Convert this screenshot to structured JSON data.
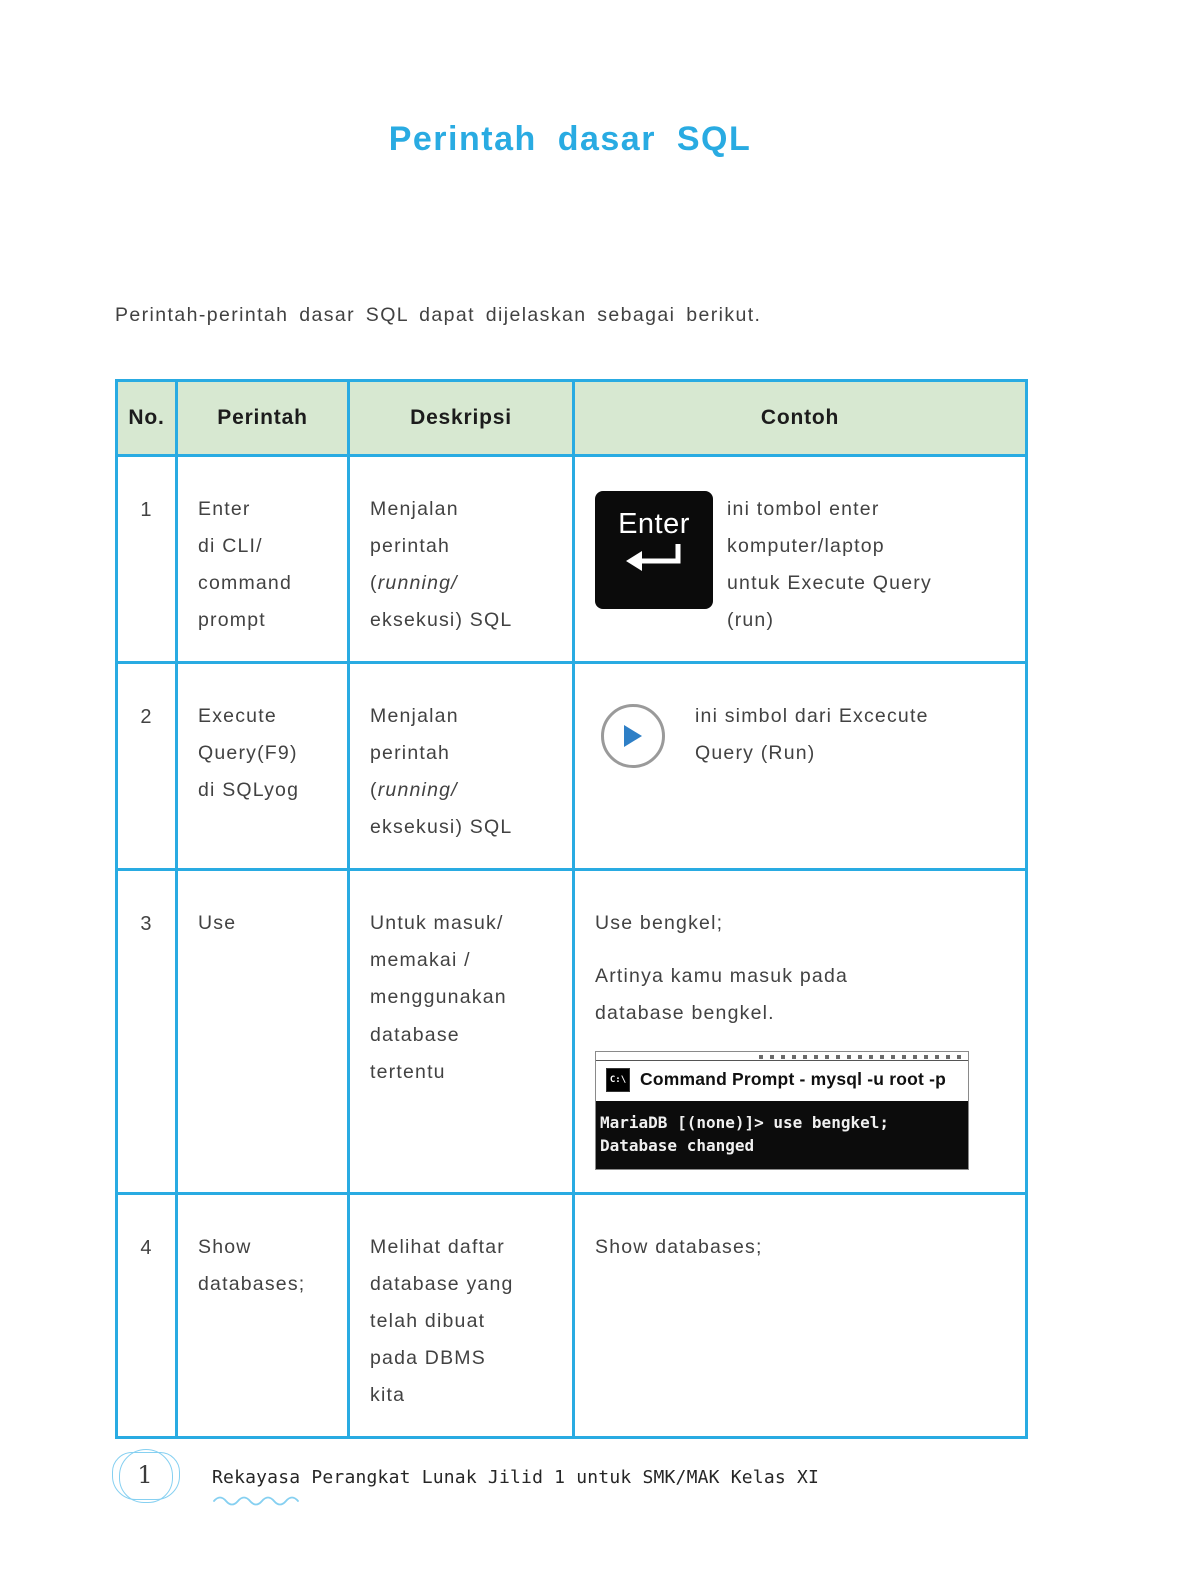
{
  "colors": {
    "accent": "#29abe2",
    "header_bg": "#d7e8d1",
    "terminal_bg": "#0c0c0c",
    "play_blue": "#2e7fc6",
    "footer_blue": "#86d0f1"
  },
  "page": {
    "title": "Perintah dasar SQL",
    "intro": "Perintah-perintah dasar SQL dapat dijelaskan sebagai berikut."
  },
  "icons": {
    "enter_key": "enter-key-with-return-arrow",
    "play": "play-circle",
    "cmd": "command-prompt-window"
  },
  "table": {
    "headers": [
      "No.",
      "Perintah",
      "Deskripsi",
      "Contoh"
    ],
    "rows": [
      {
        "no": "1",
        "perintah": "Enter\ndi CLI/\ncommand\nprompt",
        "deskripsi": [
          {
            "t": "Menjalan\nperintah\n("
          },
          {
            "t": "running/",
            "i": true
          },
          {
            "t": "\neksekusi) SQL"
          }
        ],
        "contoh": {
          "key_label": "Enter",
          "text": "ini tombol enter\nkomputer/laptop\nuntuk Execute Query\n(run)"
        }
      },
      {
        "no": "2",
        "perintah": "Execute\nQuery(F9)\ndi SQLyog",
        "deskripsi": [
          {
            "t": "Menjalan\nperintah\n("
          },
          {
            "t": "running/",
            "i": true
          },
          {
            "t": "\neksekusi) SQL"
          }
        ],
        "contoh": {
          "text": "ini simbol dari Excecute\nQuery (Run)"
        }
      },
      {
        "no": "3",
        "perintah": "Use",
        "deskripsi_plain": "Untuk masuk/\nmemakai /\nmenggunakan\ndatabase\ntertentu",
        "contoh": {
          "line1": "Use bengkel;",
          "line2": "Artinya kamu masuk pada\ndatabase bengkel.",
          "terminal": {
            "icon_label": "C:\\",
            "window_title": "Command Prompt - mysql -u root -p",
            "body": "MariaDB [(none)]> use bengkel;\nDatabase changed"
          }
        }
      },
      {
        "no": "4",
        "perintah": "Show\ndatabases;",
        "deskripsi_plain": "Melihat daftar\ndatabase yang\ntelah dibuat\npada DBMS\nkita",
        "contoh": {
          "text": "Show databases;"
        }
      }
    ]
  },
  "footer": {
    "page_number": "1",
    "book_title": "Rekayasa Perangkat Lunak Jilid 1 untuk SMK/MAK Kelas XI"
  }
}
